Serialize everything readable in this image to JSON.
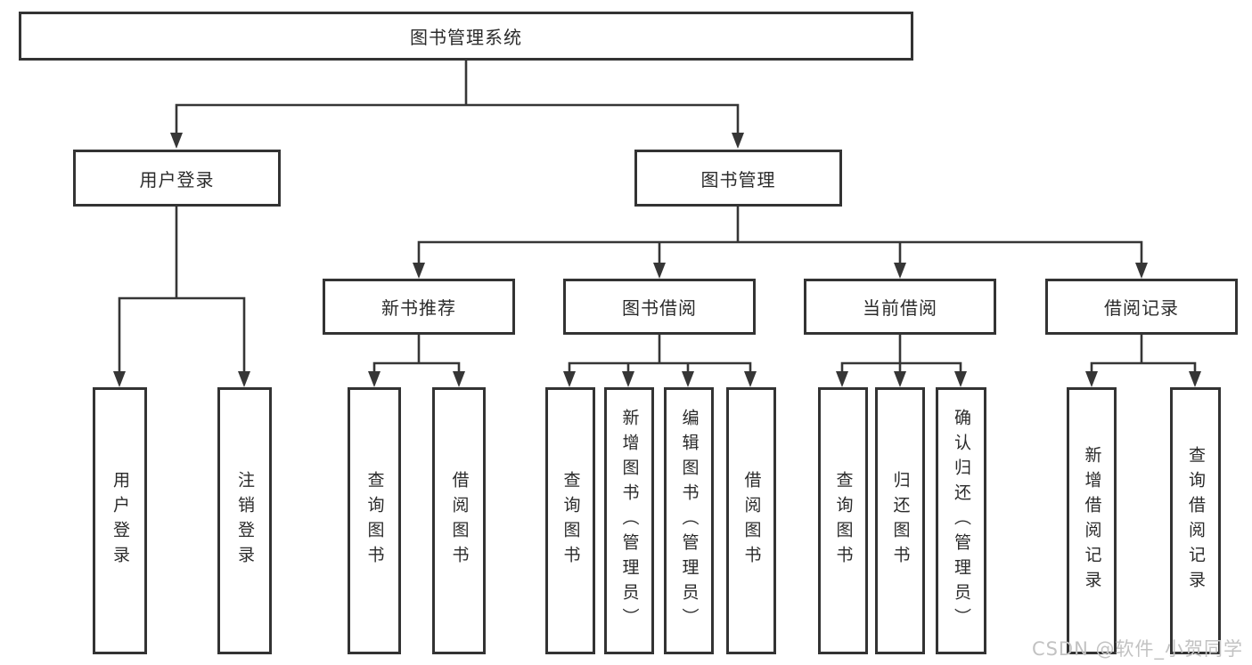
{
  "diagram": {
    "root": {
      "label": "图书管理系统"
    },
    "level2": [
      {
        "label": "用户登录"
      },
      {
        "label": "图书管理"
      }
    ],
    "level3": [
      {
        "label": "新书推荐"
      },
      {
        "label": "图书借阅"
      },
      {
        "label": "当前借阅"
      },
      {
        "label": "借阅记录"
      }
    ],
    "leaves": [
      {
        "parent": "用户登录",
        "label": "用户登录"
      },
      {
        "parent": "用户登录",
        "label": "注销登录"
      },
      {
        "parent": "新书推荐",
        "label": "查询图书"
      },
      {
        "parent": "新书推荐",
        "label": "借阅图书"
      },
      {
        "parent": "图书借阅",
        "label": "查询图书"
      },
      {
        "parent": "图书借阅",
        "label": "新增图书（管理员）"
      },
      {
        "parent": "图书借阅",
        "label": "编辑图书（管理员）"
      },
      {
        "parent": "图书借阅",
        "label": "借阅图书"
      },
      {
        "parent": "当前借阅",
        "label": "查询图书"
      },
      {
        "parent": "当前借阅",
        "label": "归还图书"
      },
      {
        "parent": "当前借阅",
        "label": "确认归还（管理员）"
      },
      {
        "parent": "借阅记录",
        "label": "新增借阅记录"
      },
      {
        "parent": "借阅记录",
        "label": "查询借阅记录"
      }
    ]
  },
  "watermark": {
    "text": "CSDN @软件_小贺同学"
  },
  "colors": {
    "line": "#363636",
    "box_border": "#333333",
    "text": "#2b2b2b",
    "watermark": "#c2c2c2",
    "background": "#ffffff"
  }
}
